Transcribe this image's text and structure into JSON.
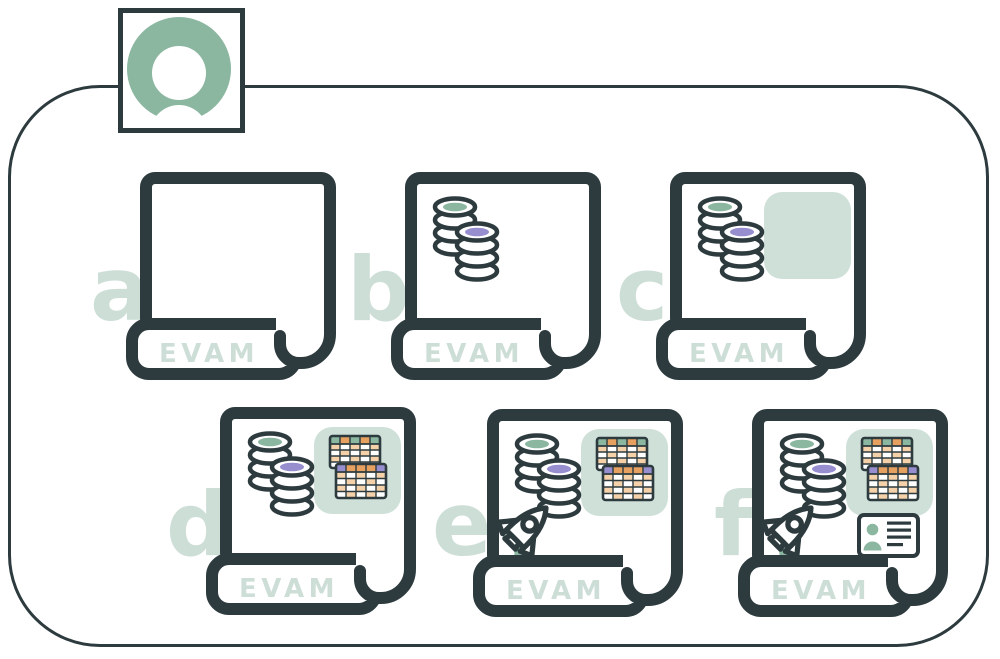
{
  "diagram": {
    "description": "Progressive six-step diagram of EVAM document scrolls labeled a to f",
    "avatar": {
      "icon": "user-avatar"
    },
    "panels": [
      {
        "id": "a",
        "label": "a",
        "doc_text": "EVAM",
        "features": []
      },
      {
        "id": "b",
        "label": "b",
        "doc_text": "EVAM",
        "features": [
          "databases"
        ]
      },
      {
        "id": "c",
        "label": "c",
        "doc_text": "EVAM",
        "features": [
          "databases",
          "highlight"
        ]
      },
      {
        "id": "d",
        "label": "d",
        "doc_text": "EVAM",
        "features": [
          "databases",
          "highlight",
          "tables"
        ]
      },
      {
        "id": "e",
        "label": "e",
        "doc_text": "EVAM",
        "features": [
          "databases",
          "highlight",
          "tables",
          "rocket"
        ]
      },
      {
        "id": "f",
        "label": "f",
        "doc_text": "EVAM",
        "features": [
          "databases",
          "highlight",
          "tables",
          "rocket",
          "idcard"
        ]
      }
    ]
  },
  "palette": {
    "ink": "#2d3b3f",
    "green_mid": "#8bb7a1",
    "green_light": "#cdded6",
    "highlight_fill": "#cfe0d9",
    "purple": "#968ecf",
    "orange": "#e6a05f",
    "peach": "#f4d1a8",
    "white": "#ffffff"
  }
}
